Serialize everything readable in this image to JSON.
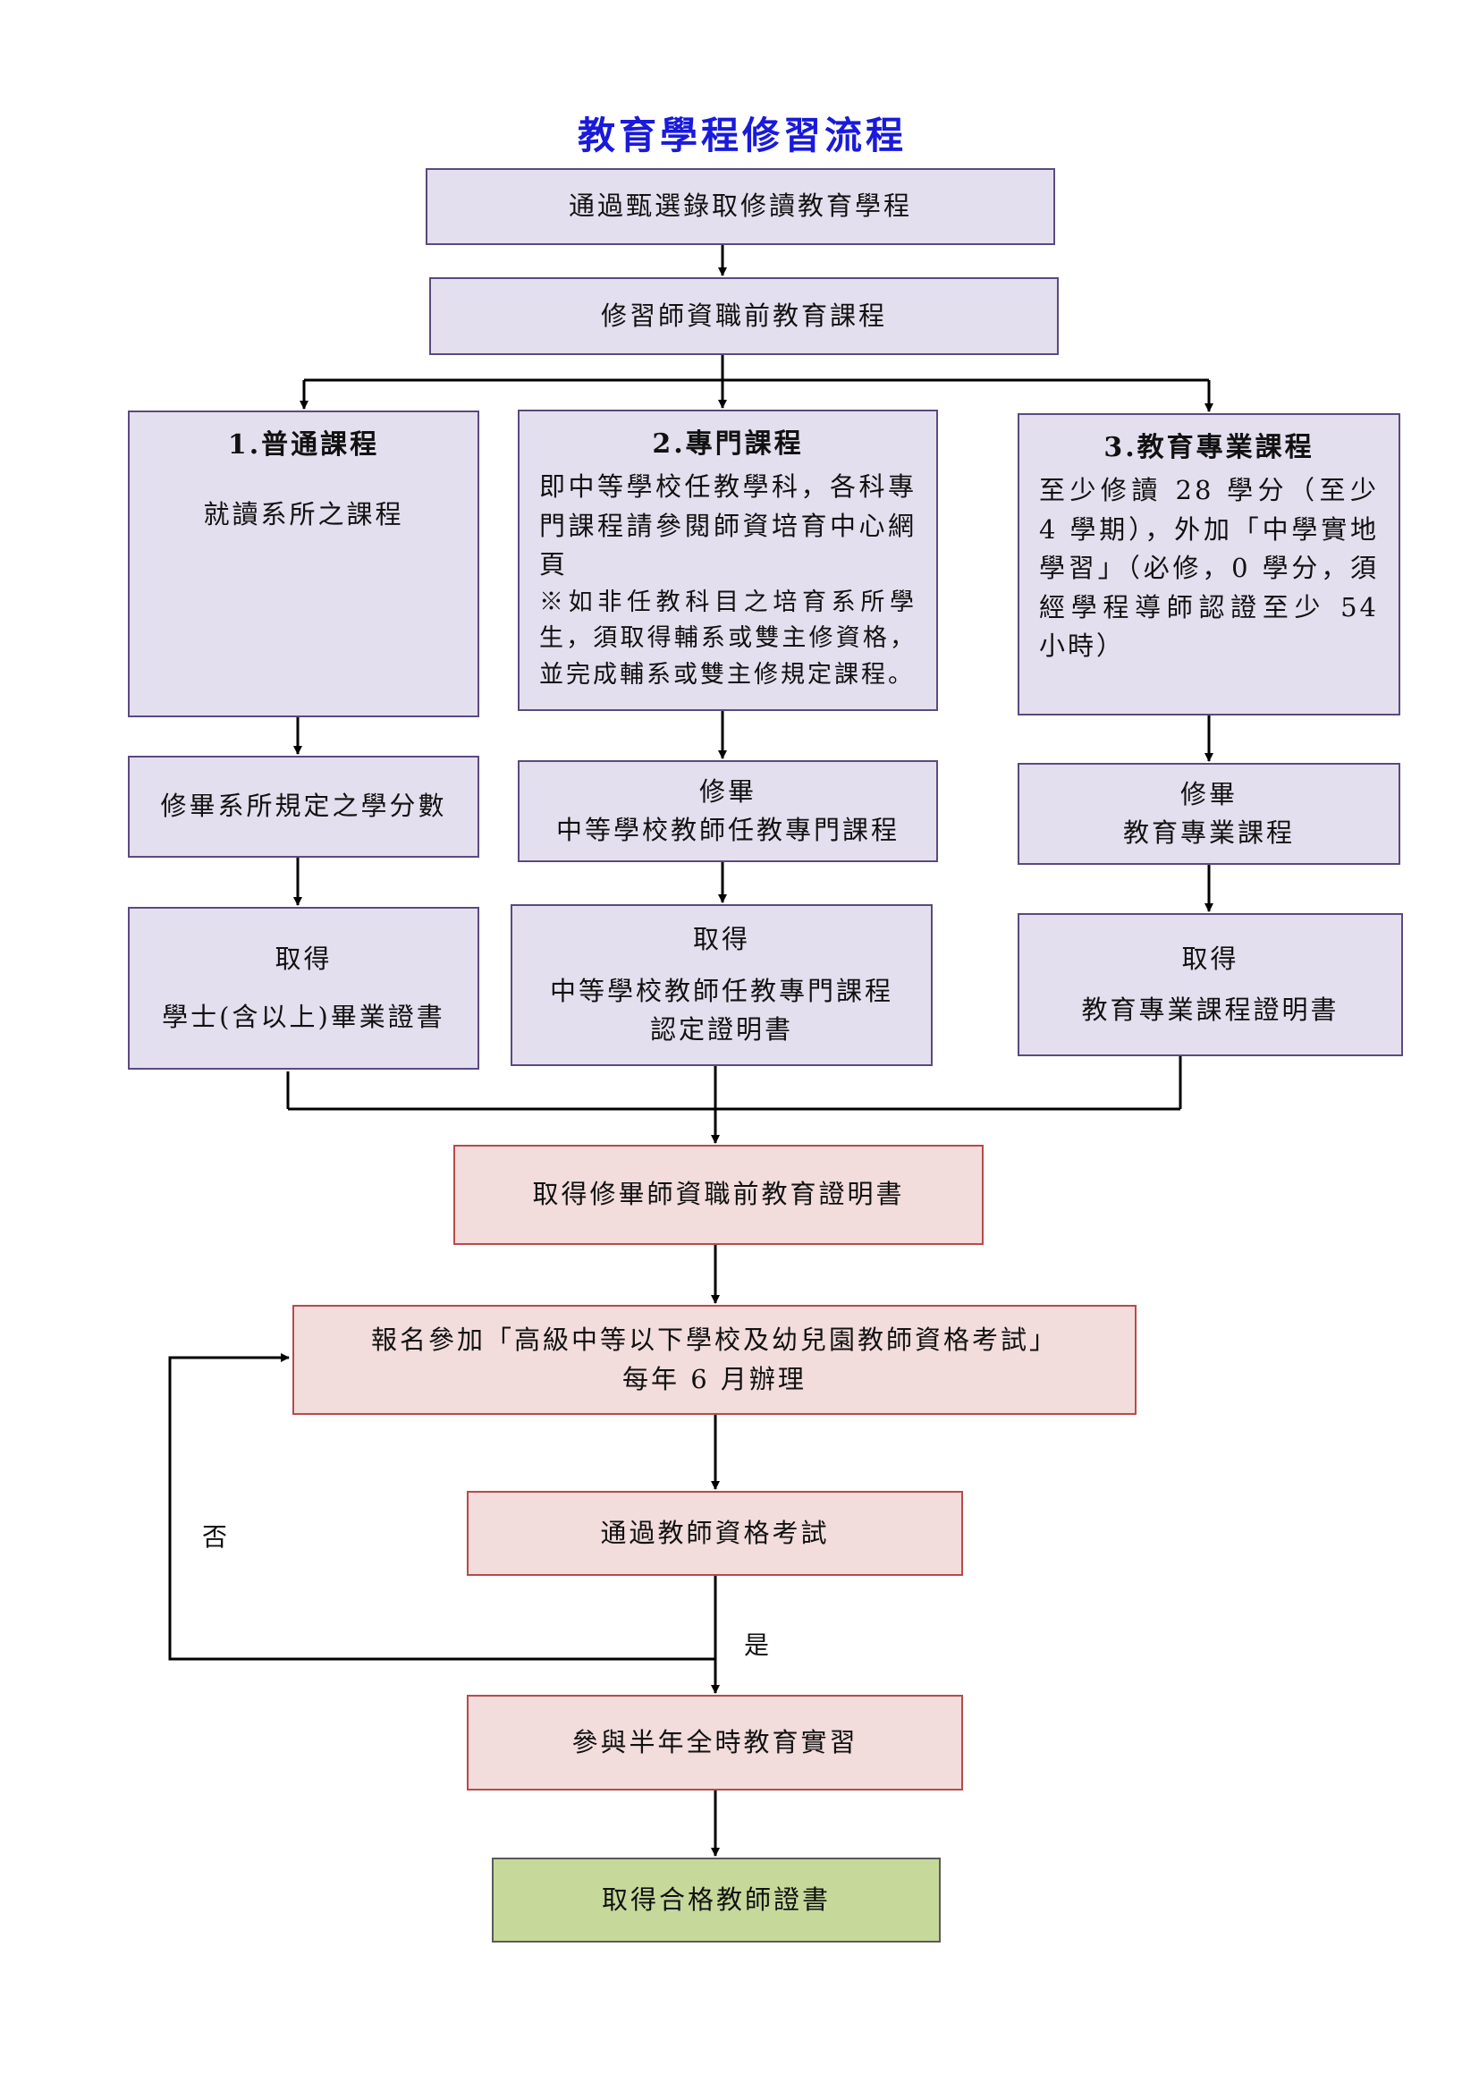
{
  "title": "教育學程修習流程",
  "step1": "通過甄選錄取修讀教育學程",
  "step2": "修習師資職前教育課程",
  "col1": {
    "heading": "1.普通課程",
    "desc": "就讀系所之課程",
    "complete": "修畢系所規定之學分數",
    "obtain_prefix": "取得",
    "obtain": "學士(含以上)畢業證書"
  },
  "col2": {
    "heading": "2.專門課程",
    "desc": "即中等學校任教學科，各科專門課程請參閱師資培育中心網頁",
    "note": "※如非任教科目之培育系所學生，須取得輔系或雙主修資格，並完成輔系或雙主修規定課程。",
    "complete_prefix": "修畢",
    "complete": "中等學校教師任教專門課程",
    "obtain_prefix": "取得",
    "obtain_line1": "中等學校教師任教專門課程",
    "obtain_line2": "認定證明書"
  },
  "col3": {
    "heading": "3.教育專業課程",
    "desc": "至少修讀 28 學分（至少 4 學期），外加「中學實地學習」（必修，0 學分，須經學程導師認證至少 54 小時）",
    "complete_prefix": "修畢",
    "complete": "教育專業課程",
    "obtain_prefix": "取得",
    "obtain": "教育專業課程證明書"
  },
  "step3": "取得修畢師資職前教育證明書",
  "step4_line1": "報名參加「高級中等以下學校及幼兒園教師資格考試」",
  "step4_line2": "每年 6 月辦理",
  "step5": "通過教師資格考試",
  "label_no": "否",
  "label_yes": "是",
  "step6": "參與半年全時教育實習",
  "step7": "取得合格教師證書",
  "colors": {
    "purple_fill": "#e4dfee",
    "purple_border": "#5b4a7e",
    "pink_fill": "#f2dcdc",
    "pink_border": "#b94a4a",
    "green_fill": "#c6d99b",
    "title": "#1a1adb"
  }
}
